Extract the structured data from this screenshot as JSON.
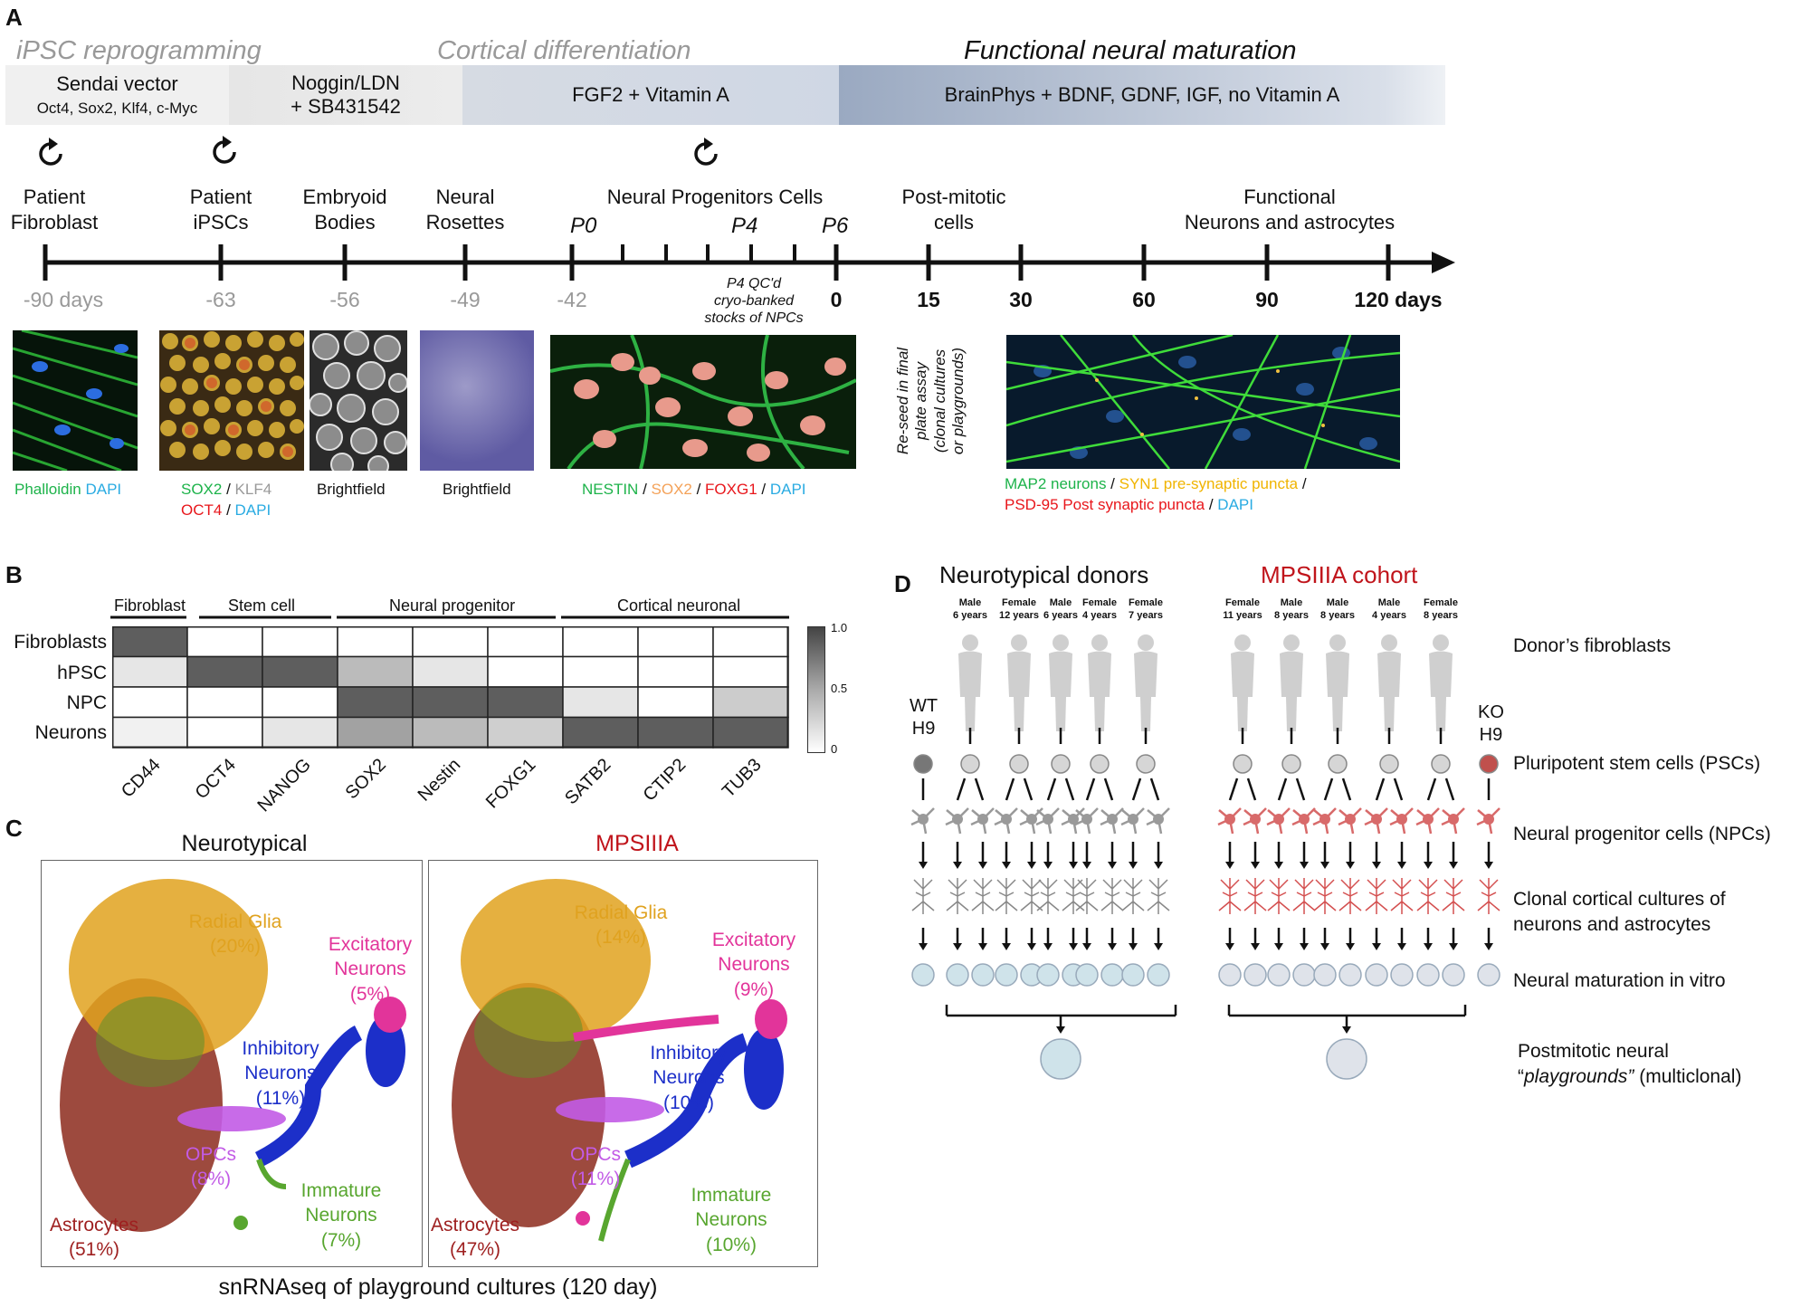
{
  "panels": {
    "a": "A",
    "b": "B",
    "c": "C",
    "d": "D"
  },
  "colors": {
    "green": "#1db34a",
    "cyan": "#29abe2",
    "red": "#e8161b",
    "orange": "#f4a259",
    "grey_text": "#999999",
    "yellow": "#f0b400",
    "magenta": "#e2349a",
    "blue": "#1c2fc9",
    "purple": "#c25be6",
    "olive": "#58a62f",
    "dark_red": "#9e1f1f",
    "mps_red": "#c0141b"
  },
  "panel_a": {
    "stages": {
      "reprogramming": "iPSC reprogramming",
      "cortical": "Cortical differentiation",
      "maturation": "Functional neural maturation"
    },
    "bands": {
      "sendai_title": "Sendai vector",
      "sendai_sub": "Oct4, Sox2, Klf4, c-Myc",
      "noggin_line1": "Noggin/LDN",
      "noggin_line2": "+ SB431542",
      "fgf2": "FGF2 + Vitamin A",
      "brainphys": "BrainPhys + BDNF, GDNF, IGF, no Vitamin A"
    },
    "timeline_labels": {
      "fibroblast": [
        "Patient",
        "Fibroblast"
      ],
      "ipsc": [
        "Patient",
        "iPSCs"
      ],
      "eb": [
        "Embryoid",
        "Bodies"
      ],
      "rosettes": [
        "Neural",
        "Rosettes"
      ],
      "npc": "Neural Progenitors Cells",
      "postmitotic": [
        "Post-mitotic",
        "cells"
      ],
      "functional": [
        "Functional",
        "Neurons and astrocytes"
      ]
    },
    "passages": {
      "p0": "P0",
      "p4": "P4",
      "p6": "P6"
    },
    "days": {
      "d1": "-90 days",
      "d2": "-63",
      "d3": "-56",
      "d4": "-49",
      "d5": "-42",
      "d6": "0",
      "d7": "15",
      "d8": "30",
      "d9": "60",
      "d10": "90",
      "d11": "120 days"
    },
    "qc_note": [
      "P4 QC'd",
      "cryo-banked",
      "stocks of NPCs"
    ],
    "reseed_note": [
      "Re-seed in final",
      "plate assay",
      "(clonal cultures",
      "or playgrounds)"
    ],
    "captions": {
      "phalloidin": "Phalloidin",
      "dapi": "DAPI",
      "sox2": "SOX2",
      "slash": " / ",
      "klf4": "KLF4",
      "oct4": "OCT4",
      "brightfield": "Brightfield",
      "nestin": "NESTIN",
      "foxg1": "FOXG1",
      "map2": "MAP2 neurons",
      "syn1": "SYN1 pre-synaptic puncta",
      "psd95": "PSD-95 Post synaptic puncta",
      "trailing_slash": " /"
    }
  },
  "panel_b": {
    "groups": [
      "Fibroblast",
      "Stem cell",
      "Neural progenitor",
      "Cortical neuronal"
    ],
    "rows": [
      "Fibroblasts",
      "hPSC",
      "NPC",
      "Neurons"
    ],
    "cols": [
      "CD44",
      "OCT4",
      "NANOG",
      "SOX2",
      "Nestin",
      "FOXG1",
      "SATB2",
      "CTIP2",
      "TUB3"
    ],
    "colorbar_ticks": [
      "1.0",
      "0.5",
      "0"
    ],
    "chart_data": {
      "type": "heatmap",
      "x": [
        "CD44",
        "OCT4",
        "NANOG",
        "SOX2",
        "Nestin",
        "FOXG1",
        "SATB2",
        "CTIP2",
        "TUB3"
      ],
      "y": [
        "Fibroblasts",
        "hPSC",
        "NPC",
        "Neurons"
      ],
      "values": [
        [
          0.95,
          0.0,
          0.0,
          0.0,
          0.0,
          0.0,
          0.0,
          0.0,
          0.0
        ],
        [
          0.15,
          0.95,
          0.95,
          0.4,
          0.15,
          0.0,
          0.0,
          0.0,
          0.0
        ],
        [
          0.0,
          0.0,
          0.0,
          0.95,
          0.95,
          0.95,
          0.15,
          0.0,
          0.3
        ],
        [
          0.08,
          0.0,
          0.15,
          0.55,
          0.4,
          0.28,
          0.95,
          0.95,
          0.95
        ]
      ],
      "zlim": [
        0,
        1
      ]
    }
  },
  "panel_c": {
    "left_title": "Neurotypical",
    "right_title": "MPSIIIA",
    "footer": "snRNAseq of playground cultures (120 day)",
    "left_labels": {
      "radial": [
        "Radial Glia",
        "(20%)"
      ],
      "excit": [
        "Excitatory",
        "Neurons",
        "(5%)"
      ],
      "inhib": [
        "Inhibitory",
        "Neurons",
        "(11%)"
      ],
      "opc": [
        "OPCs",
        "(8%)"
      ],
      "immature": [
        "Immature",
        "Neurons",
        "(7%)"
      ],
      "astro": [
        "Astrocytes",
        "(51%)"
      ]
    },
    "right_labels": {
      "radial": [
        "Radial Glia",
        "(14%)"
      ],
      "excit": [
        "Excitatory",
        "Neurons",
        "(9%)"
      ],
      "inhib": [
        "Inhibitory",
        "Neurons",
        "(10%)"
      ],
      "opc": [
        "OPCs",
        "(11%)"
      ],
      "immature": [
        "Immature",
        "Neurons",
        "(10%)"
      ],
      "astro": [
        "Astrocytes",
        "(47%)"
      ]
    }
  },
  "panel_d": {
    "neurotypical_title": "Neurotypical donors",
    "mps_title": "MPSIIIA cohort",
    "wt": [
      "WT",
      "H9"
    ],
    "ko": [
      "KO",
      "H9"
    ],
    "neurotypical_donors": [
      {
        "sex": "Male",
        "age": "6 years"
      },
      {
        "sex": "Female",
        "age": "12 years"
      },
      {
        "sex": "Male",
        "age": "6 years"
      },
      {
        "sex": "Female",
        "age": "4 years"
      },
      {
        "sex": "Female",
        "age": "7 years"
      }
    ],
    "mps_donors": [
      {
        "sex": "Female",
        "age": "11 years"
      },
      {
        "sex": "Male",
        "age": "8 years"
      },
      {
        "sex": "Male",
        "age": "8 years"
      },
      {
        "sex": "Male",
        "age": "4 years"
      },
      {
        "sex": "Female",
        "age": "8 years"
      }
    ],
    "right_labels": {
      "fibro": "Donor’s fibroblasts",
      "psc": "Pluripotent stem cells (PSCs)",
      "npc": "Neural progenitor cells (NPCs)",
      "clonal": [
        "Clonal cortical cultures of",
        "neurons and astrocytes"
      ],
      "maturation": "Neural maturation in vitro",
      "playground_line1": "Postmitotic neural",
      "playground_open": "“",
      "playground_word": "playgrounds”",
      "playground_rest": " (multiclonal)"
    }
  }
}
